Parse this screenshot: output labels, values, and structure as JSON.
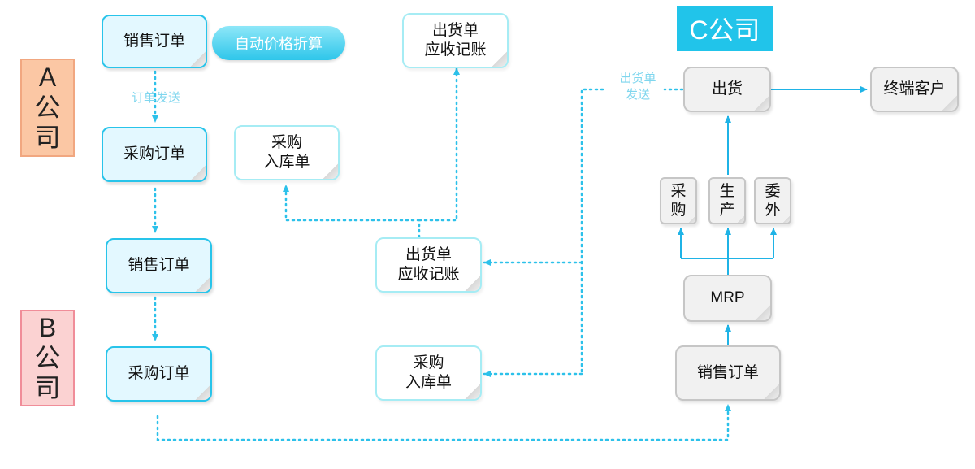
{
  "companies": {
    "a": [
      "A",
      "公",
      "司"
    ],
    "b": [
      "B",
      "公",
      "司"
    ],
    "c": "C公司"
  },
  "badge": "自动价格折算",
  "wire_labels": {
    "a_order_send": "订单发送",
    "c_ship_send": "出货单\n发送"
  },
  "company_a": {
    "sales_order": "销售订单",
    "purchase_order": "采购订单",
    "purchase_receipt": "采购\n入库单",
    "shipping_receivable": "出货单\n应收记账"
  },
  "company_b": {
    "sales_order": "销售订单",
    "purchase_order": "采购订单",
    "shipping_receivable": "出货单\n应收记账",
    "purchase_receipt": "采购\n入库单"
  },
  "company_c": {
    "ship": "出货",
    "end_customer": "终端客户",
    "procure": "采\n购",
    "produce": "生\n产",
    "outsource": "委\n外",
    "mrp": "MRP",
    "sales_order": "销售订单"
  },
  "colors": {
    "accent": "#21c4ea",
    "flow_solid": "#1fb3e6",
    "flow_dotted": "#2cc1ea"
  }
}
